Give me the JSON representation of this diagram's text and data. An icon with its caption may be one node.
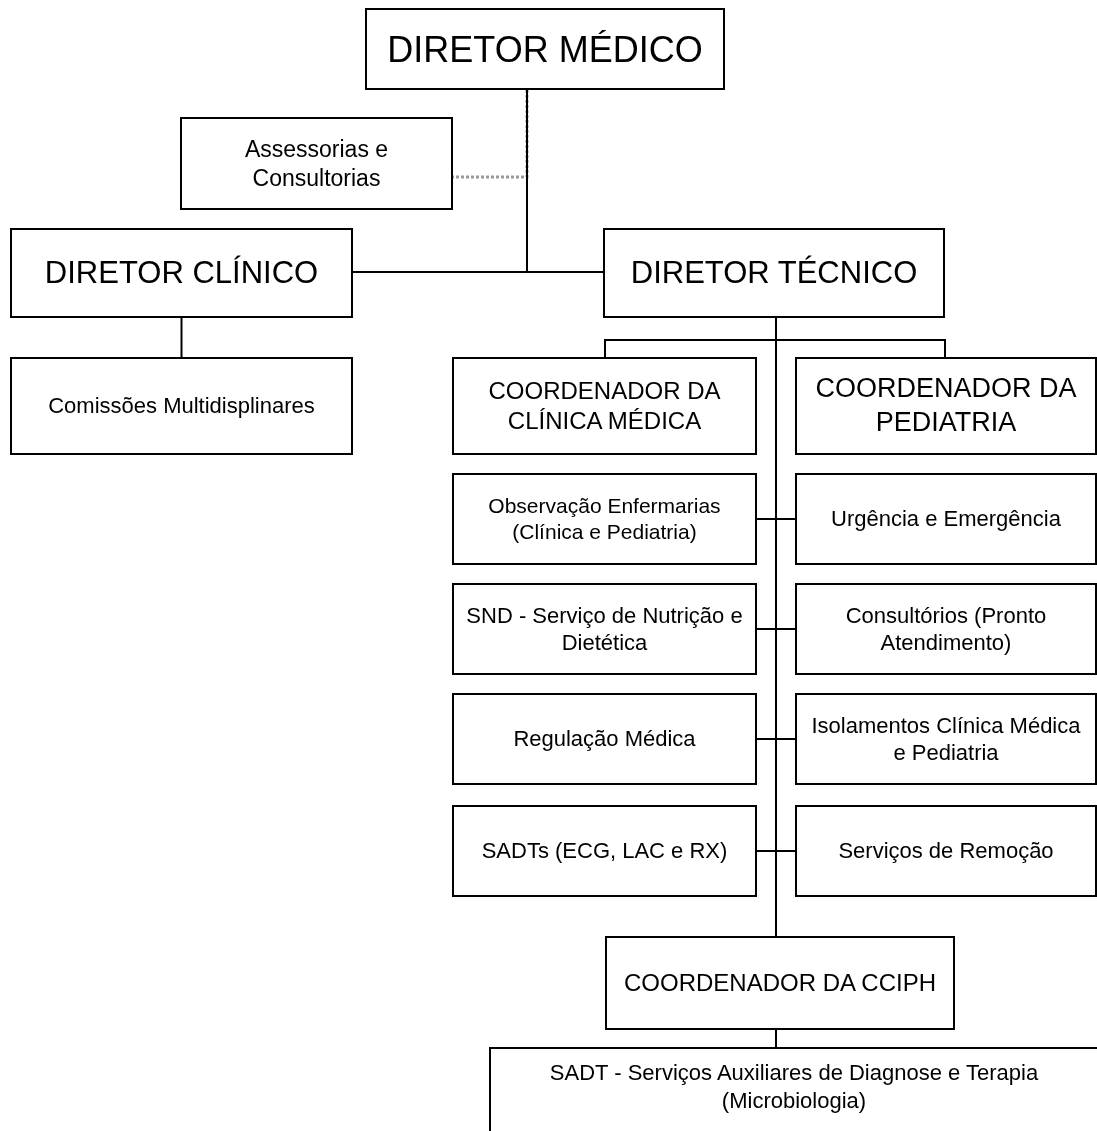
{
  "diagram": {
    "nodes": [
      {
        "text": [
          "DIRETOR MÉDICO"
        ]
      },
      {
        "text": [
          "Assessorias e Consultorias"
        ]
      },
      {
        "text": [
          "DIRETOR CLÍNICO"
        ]
      },
      {
        "text": [
          "DIRETOR TÉCNICO"
        ]
      },
      {
        "text": [
          "Comissões Multidisplinares"
        ]
      },
      {
        "text": [
          "COORDENADOR DA CLÍNICA MÉDICA"
        ]
      },
      {
        "text": [
          "COORDENADOR DA PEDIATRIA"
        ]
      },
      {
        "text": [
          "Observação Enfermarias (Clínica e Pediatria)"
        ]
      },
      {
        "text": [
          "Urgência e Emergência"
        ]
      },
      {
        "text": [
          "SND - Serviço de Nutrição e Dietética"
        ]
      },
      {
        "text": [
          "Consultórios (Pronto Atendimento)"
        ]
      },
      {
        "text": [
          "Regulação Médica"
        ]
      },
      {
        "text": [
          "Isolamentos Clínica Médica e Pediatria"
        ]
      },
      {
        "text": [
          "SADTs (ECG, LAC e RX)"
        ]
      },
      {
        "text": [
          "Serviços de Remoção"
        ]
      },
      {
        "text": [
          "COORDENADOR DA CCIPH"
        ]
      },
      {
        "text": [
          "SADT - Serviços Auxiliares de Diagnose e Terapia (Microbiologia)"
        ]
      }
    ],
    "edges": [
      {
        "from": 0,
        "to": 1,
        "arrow": "none",
        "style": "dashed",
        "color": "#999999"
      },
      {
        "from": 0,
        "to": 2,
        "arrow": "none"
      },
      {
        "from": 0,
        "to": 3,
        "arrow": "none"
      },
      {
        "from": 2,
        "to": 4,
        "arrow": "none"
      },
      {
        "from": 3,
        "to": 5,
        "arrow": "none"
      },
      {
        "from": 3,
        "to": 6,
        "arrow": "none"
      },
      {
        "from": 3,
        "to": 7,
        "arrow": "none"
      },
      {
        "from": 3,
        "to": 8,
        "arrow": "none"
      },
      {
        "from": 3,
        "to": 9,
        "arrow": "none"
      },
      {
        "from": 3,
        "to": 10,
        "arrow": "none"
      },
      {
        "from": 3,
        "to": 11,
        "arrow": "none"
      },
      {
        "from": 3,
        "to": 12,
        "arrow": "none"
      },
      {
        "from": 3,
        "to": 13,
        "arrow": "none"
      },
      {
        "from": 3,
        "to": 14,
        "arrow": "none"
      },
      {
        "from": 3,
        "to": 15,
        "arrow": "none"
      },
      {
        "from": 15,
        "to": 16,
        "arrow": "none"
      }
    ]
  }
}
